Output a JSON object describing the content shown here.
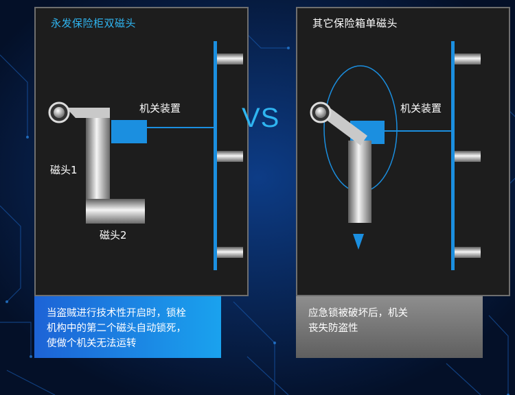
{
  "vs_text": "VS",
  "left": {
    "title": "永发保险柜双磁头",
    "switch_label": "机关装置",
    "magnet1_label": "磁头1",
    "magnet2_label": "磁头2",
    "caption_lines": [
      "当盗贼进行技术性开启时，锁栓",
      "机构中的第二个磁头自动锁死，",
      "使做个机关无法运转"
    ]
  },
  "right": {
    "title": "其它保险箱单磁头",
    "switch_label": "机关装置",
    "caption_lines": [
      "应急锁被破坏后，机关",
      "丧失防盗性"
    ]
  },
  "colors": {
    "accent_blue": "#2fb5f1",
    "switch_blue": "#1b8fe0",
    "panel_bg": "#1d1d1d",
    "left_caption": "#1d63d6",
    "right_caption": "#7a7a7a"
  }
}
